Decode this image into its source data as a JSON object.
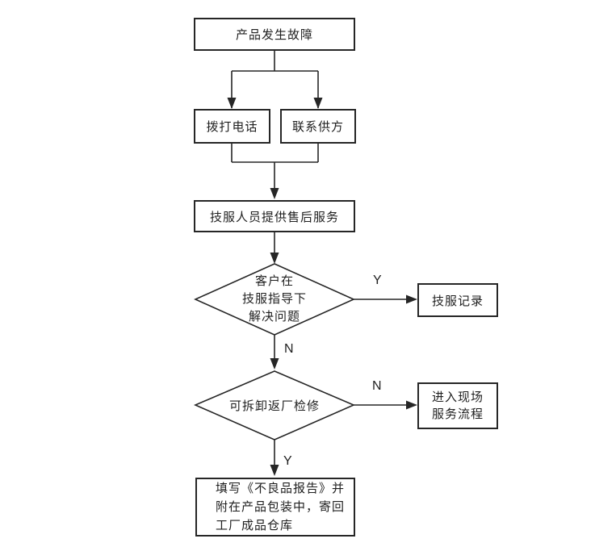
{
  "diagram": {
    "nodes": {
      "fault": {
        "label": "产品发生故障"
      },
      "call": {
        "label": "拨打电话"
      },
      "supplier": {
        "label": "联系供方"
      },
      "service": {
        "label": "技服人员提供售后服务"
      },
      "decision_solve": {
        "line1": "客户在",
        "line2": "技服指导下",
        "line3": "解决问题"
      },
      "record": {
        "label": "技服记录"
      },
      "decision_return": {
        "label": "可拆卸返厂检修"
      },
      "onsite": {
        "line1": "进入现场",
        "line2": "服务流程"
      },
      "report": {
        "line1": "填写《不良品报告》并",
        "line2": "附在产品包装中，寄回",
        "line3": "工厂成品仓库"
      }
    },
    "edge_labels": {
      "solve_yes": "Y",
      "solve_no": "N",
      "return_no": "N",
      "return_yes": "Y"
    },
    "colors": {
      "line": "#262626",
      "node_fill": "#ffffff",
      "background": "#ffffff",
      "text": "#1f1f1f"
    }
  }
}
